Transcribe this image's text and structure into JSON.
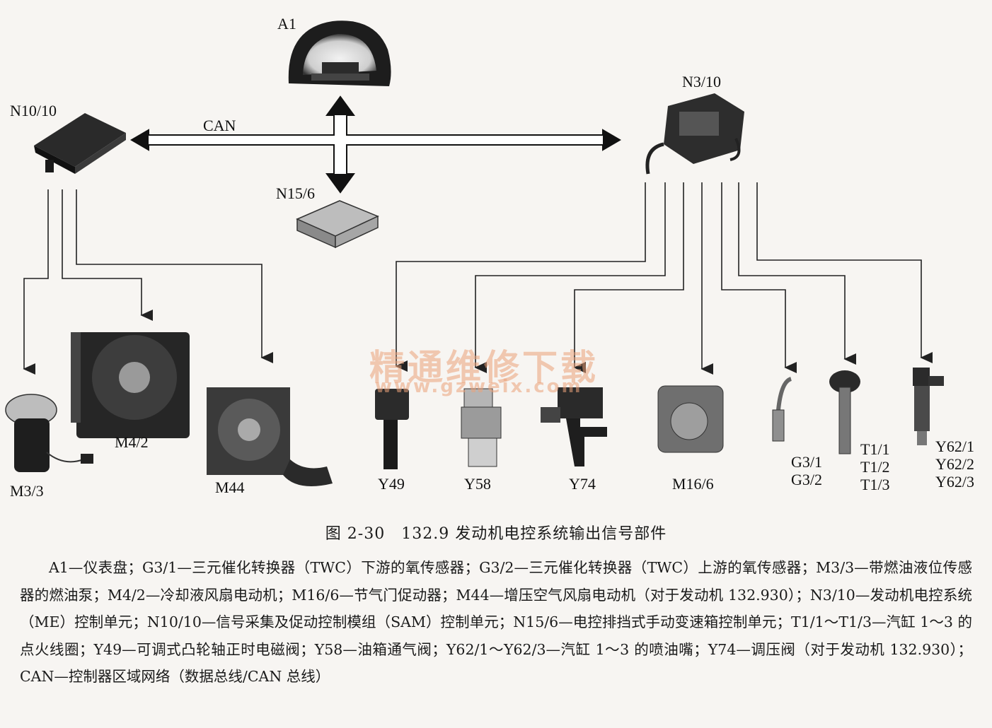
{
  "labels": {
    "a1": "A1",
    "n10_10": "N10/10",
    "can": "CAN",
    "n15_6": "N15/6",
    "n3_10": "N3/10",
    "m3_3": "M3/3",
    "m4_2": "M4/2",
    "m44": "M44",
    "y49": "Y49",
    "y58": "Y58",
    "y74": "Y74",
    "m16_6": "M16/6",
    "g3": [
      "G3/1",
      "G3/2"
    ],
    "t1": [
      "T1/1",
      "T1/2",
      "T1/3"
    ],
    "y62": [
      "Y62/1",
      "Y62/2",
      "Y62/3"
    ]
  },
  "watermark": {
    "cn": "精通维修下载",
    "url": "www.gzweix.com"
  },
  "caption": "图 2-30　132.9 发动机电控系统输出信号部件",
  "legend": "A1—仪表盘；G3/1—三元催化转换器（TWC）下游的氧传感器；G3/2—三元催化转换器（TWC）上游的氧传感器；M3/3—带燃油液位传感器的燃油泵；M4/2—冷却液风扇电动机；M16/6—节气门促动器；M44—增压空气风扇电动机（对于发动机 132.930）；N3/10—发动机电控系统（ME）控制单元；N10/10—信号采集及促动控制模组（SAM）控制单元；N15/6—电控排挡式手动变速箱控制单元；T1/1～T1/3—汽缸 1～3 的点火线圈；Y49—可调式凸轮轴正时电磁阀；Y58—油箱通气阀；Y62/1～Y62/3—汽缸 1～3 的喷油嘴；Y74—调压阀（对于发动机 132.930）；CAN—控制器区域网络（数据总线/CAN 总线）"
}
